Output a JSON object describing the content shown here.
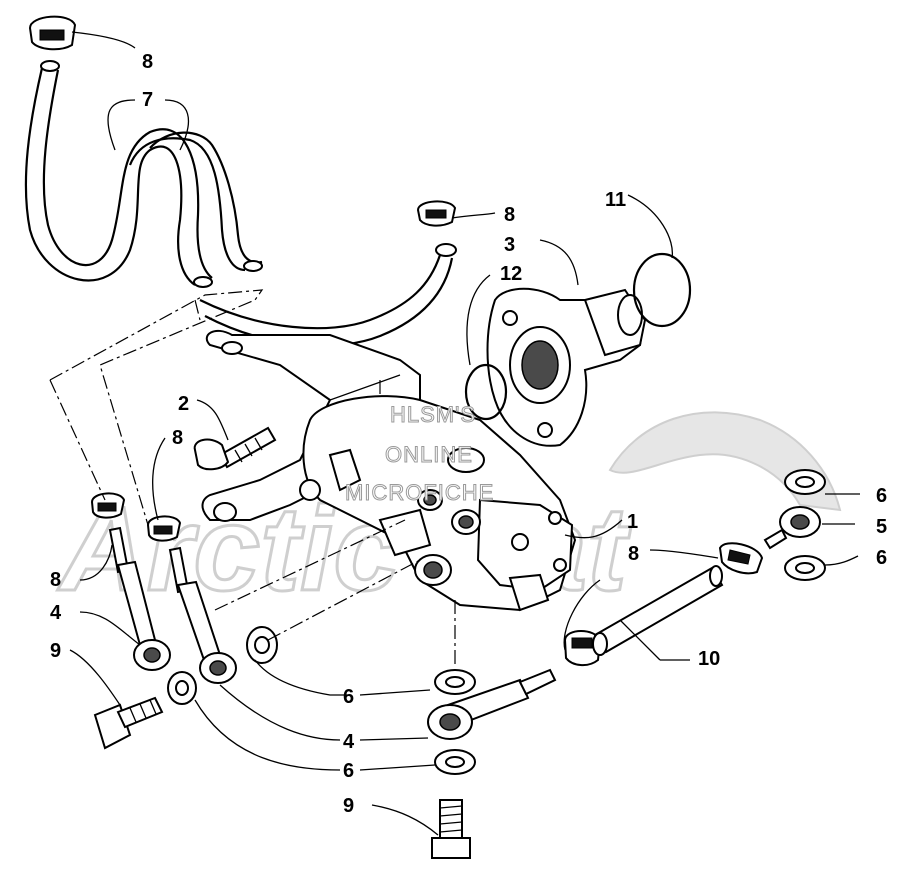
{
  "watermark": {
    "line1": "HLSM'S",
    "line2": "ONLINE",
    "line3": "MICROFICHE",
    "logo": "Arctic Cat"
  },
  "callouts": [
    {
      "id": "c8a",
      "label": "8"
    },
    {
      "id": "c7",
      "label": "7"
    },
    {
      "id": "c8b",
      "label": "8"
    },
    {
      "id": "c11",
      "label": "11"
    },
    {
      "id": "c3",
      "label": "3"
    },
    {
      "id": "c12",
      "label": "12"
    },
    {
      "id": "c2",
      "label": "2"
    },
    {
      "id": "c8c",
      "label": "8"
    },
    {
      "id": "c6a",
      "label": "6"
    },
    {
      "id": "c1",
      "label": "1"
    },
    {
      "id": "c5",
      "label": "5"
    },
    {
      "id": "c8d",
      "label": "8"
    },
    {
      "id": "c6b",
      "label": "6"
    },
    {
      "id": "c8e",
      "label": "8"
    },
    {
      "id": "c4a",
      "label": "4"
    },
    {
      "id": "c9a",
      "label": "9"
    },
    {
      "id": "c10",
      "label": "10"
    },
    {
      "id": "c6c",
      "label": "6"
    },
    {
      "id": "c4b",
      "label": "4"
    },
    {
      "id": "c6d",
      "label": "6"
    },
    {
      "id": "c9b",
      "label": "9"
    }
  ]
}
